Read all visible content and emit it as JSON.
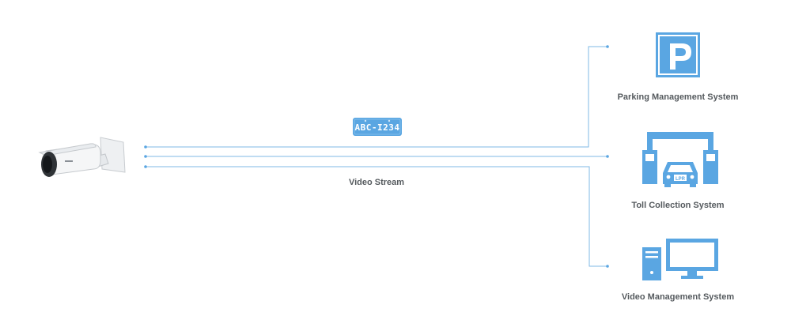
{
  "plate": {
    "text": "ABC-I234"
  },
  "stream": {
    "label": "Video Stream"
  },
  "toll": {
    "badge": "LPR"
  },
  "systems": [
    {
      "label": "Parking Management System",
      "icon": "parking-icon"
    },
    {
      "label": "Toll Collection System",
      "icon": "toll-booth-icon"
    },
    {
      "label": "Video Management System",
      "icon": "computer-icon"
    }
  ],
  "colors": {
    "accent": "#5aa6e2",
    "line": "#7fb8e6",
    "text": "#555a5e"
  }
}
